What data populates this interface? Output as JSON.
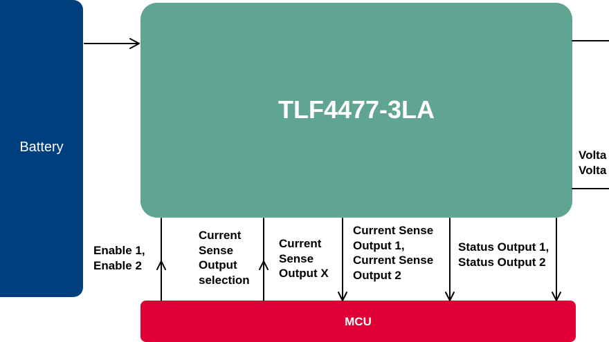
{
  "blocks": {
    "battery": "Battery",
    "ic": "TLF4477-3LA",
    "mcu": "MCU"
  },
  "signals": {
    "enable": "Enable 1,\nEnable 2",
    "cs_selection": "Current\nSense\nOutput\nselection",
    "cs_output_x": "Current\nSense\nOutput X",
    "cs_output_12": "Current Sense\nOutput 1,\nCurrent Sense\nOutput 2",
    "status_output": "Status Output 1,\nStatus Output 2",
    "right_cut": "Volta\nVolta"
  },
  "colors": {
    "battery": "#003f7d",
    "ic": "#5fa592",
    "mcu": "#e10035"
  }
}
